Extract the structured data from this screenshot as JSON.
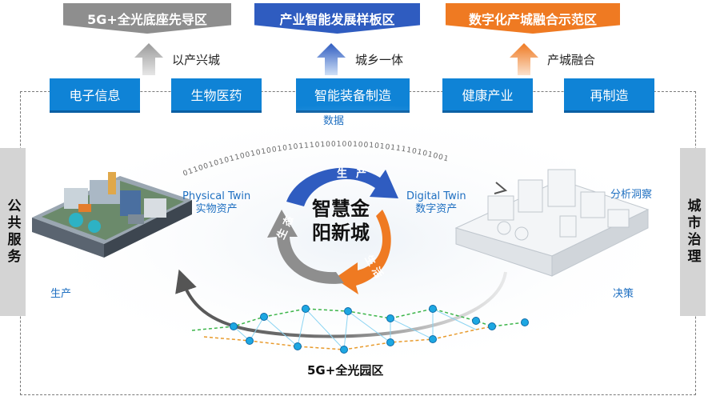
{
  "banners": [
    {
      "label": "5G+全光底座先导区",
      "color": "#8e8e8e"
    },
    {
      "label": "产业智能发展样板区",
      "color": "#2f5cc0"
    },
    {
      "label": "数字化产城融合示范区",
      "color": "#ef7a22"
    }
  ],
  "arrow_labels": [
    "以产兴城",
    "城乡一体",
    "产城融合"
  ],
  "industries": [
    "电子信息",
    "生物医药",
    "智能装备制造",
    "健康产业",
    "再制造"
  ],
  "side_left": "公共服务",
  "side_right": "城市治理",
  "data_label": "数据",
  "binary_text": "01100101011001010010101110100100100101011110101001",
  "physical_twin": {
    "en": "Physical Twin",
    "zh": "实物资产"
  },
  "digital_twin": {
    "en": "Digital Twin",
    "zh": "数字资产"
  },
  "analysis_label": "分析洞察",
  "decision_label": "决策",
  "production_label": "生产",
  "center_title_line1": "智慧金",
  "center_title_line2": "阳新城",
  "cycle": [
    "生产",
    "生活",
    "生态"
  ],
  "bottom_label": "5G+全光园区",
  "colors": {
    "blue": "#2f5cc0",
    "orange": "#ef7a22",
    "gray": "#8e8e8e",
    "industry": "#0f83d6"
  }
}
